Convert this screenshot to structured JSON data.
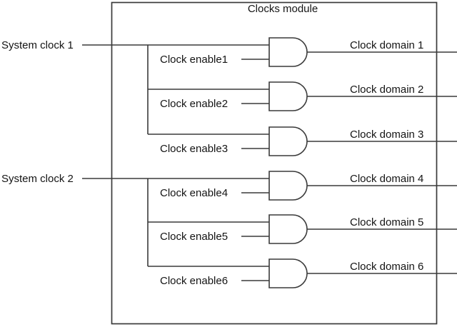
{
  "module": {
    "title": "Clocks module",
    "gate_type": "AND"
  },
  "colors": {
    "line": "#3a3a3a",
    "text": "#141414",
    "background": "#ffffff"
  },
  "inputs": [
    {
      "label": "System clock 1"
    },
    {
      "label": "System clock 2"
    }
  ],
  "gates": [
    {
      "enable_label": "Clock enable1",
      "output_label": "Clock domain 1"
    },
    {
      "enable_label": "Clock enable2",
      "output_label": "Clock domain 2"
    },
    {
      "enable_label": "Clock enable3",
      "output_label": "Clock domain 3"
    },
    {
      "enable_label": "Clock enable4",
      "output_label": "Clock domain 4"
    },
    {
      "enable_label": "Clock enable5",
      "output_label": "Clock domain 5"
    },
    {
      "enable_label": "Clock enable6",
      "output_label": "Clock domain 6"
    }
  ]
}
